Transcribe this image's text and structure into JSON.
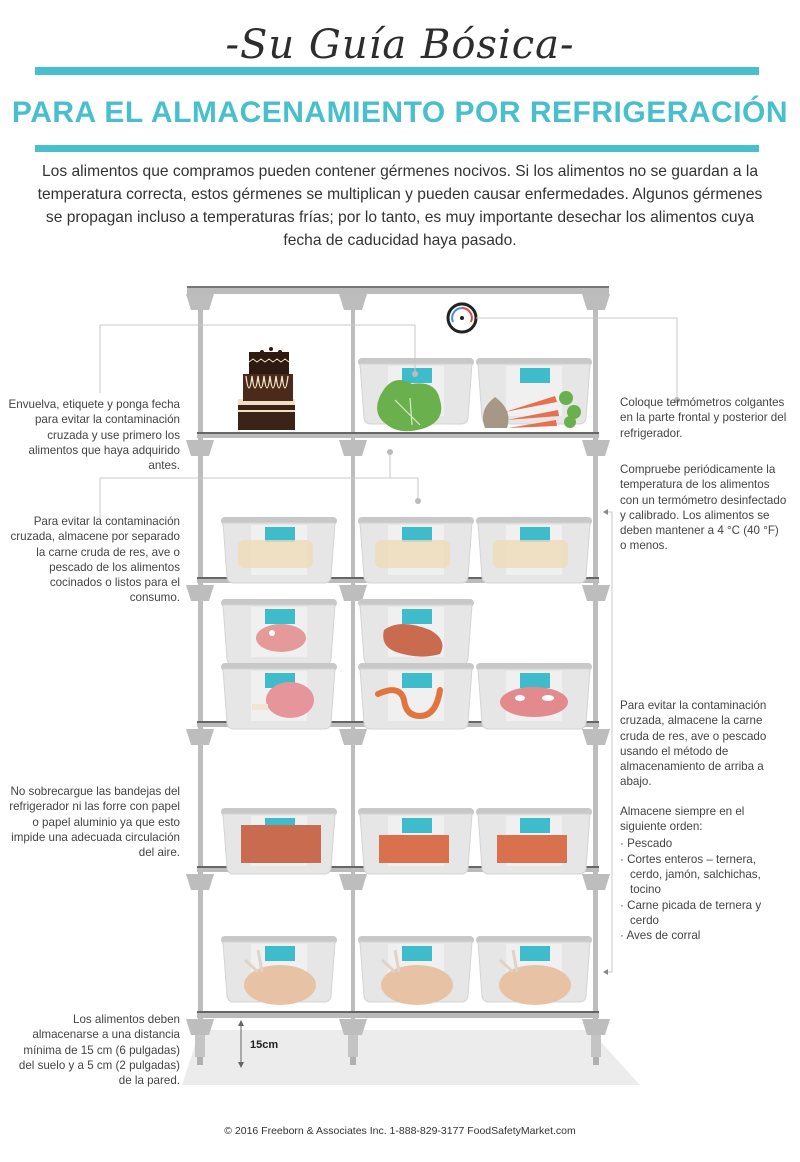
{
  "header": {
    "script_title": "-Su Guía Bósica-",
    "main_title": "PARA EL ALMACENAMIENTO POR REFRIGERACIÓN",
    "intro": "Los alimentos que compramos pueden contener gérmenes nocivos. Si los alimentos no se guardan a la temperatura correcta, estos gérmenes se multiplican y pueden causar enfermedades. Algunos gérmenes se propagan incluso a temperaturas frías; por lo tanto, es muy importante desechar los alimentos cuya fecha de caducidad haya pasado."
  },
  "notes_left": [
    "Envuelva, etiquete y ponga fecha para evitar la contaminación cruzada y use primero los alimentos que haya adquirido antes.",
    "Para evitar la contaminación cruzada, almacene por separado la carne cruda de res, ave o pescado de los alimentos cocinados o listos para el consumo.",
    "No sobrecargue las bandejas del refrigerador ni las forre con papel o papel aluminio ya que esto impide una adecuada circulación del aire.",
    "Los alimentos deben almacenarse a una distancia mínima de 15 cm (6 pulgadas) del suelo y a 5 cm (2 pulgadas) de la pared."
  ],
  "notes_right": {
    "thermometer": "Coloque termómetros colgantes en la parte frontal y posterior del refrigerador.",
    "check_temp": "Compruebe periódicamente la temperatura de los alimentos con un termómetro desinfectado y calibrado. Los alimentos se deben mantener a 4 °C (40 °F) o menos.",
    "top_down": "Para evitar la contaminación cruzada, almacene la carne cruda de res, ave o pescado usando el método de almacenamiento de arriba a abajo.",
    "order_intro": "Almacene siempre en el siguiente orden:",
    "order_items": [
      "Pescado",
      "Cortes enteros – ternera, cerdo, jamón, salchichas, tocino",
      "Carne picada de ternera y cerdo",
      "Aves de corral"
    ]
  },
  "illustration": {
    "clearance_label": "15cm",
    "shelves": [
      {
        "name": "ready-to-eat",
        "items": [
          "cake",
          "lettuce",
          "garlic-carrots"
        ]
      },
      {
        "name": "fish",
        "items": [
          "fish",
          "fish",
          "fish"
        ]
      },
      {
        "name": "whole-cuts",
        "items": [
          "ham-steak",
          "beef-steak",
          "ham-leg",
          "sausage",
          "pork-chop"
        ]
      },
      {
        "name": "ground-meat",
        "items": [
          "ground-meat",
          "ground-meat",
          "ground-meat"
        ]
      },
      {
        "name": "poultry",
        "items": [
          "chicken",
          "chicken",
          "chicken"
        ]
      }
    ],
    "colors": {
      "accent": "#48bfcc",
      "frame": "#b9b9b9",
      "container": "#e4e4e4",
      "floor": "#ececec"
    }
  },
  "footer": {
    "copyright": "© 2016 Freeborn & Associates Inc. 1-888-829-3177 FoodSafetyMarket.com"
  }
}
